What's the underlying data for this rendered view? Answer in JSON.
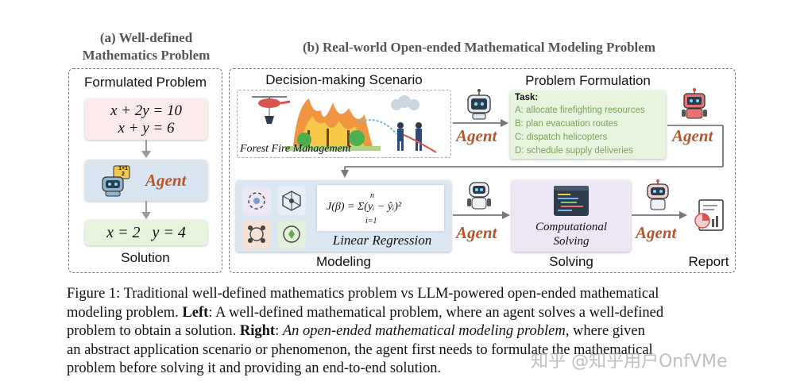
{
  "left_panel": {
    "title_line1": "(a) Well-defined",
    "title_line2": "Mathematics Problem",
    "formulated_label": "Formulated Problem",
    "eq1": "x + 2y = 10",
    "eq2": "x + y = 6",
    "agent_label": "Agent",
    "solution_eq": "x = 2   y = 4",
    "solution_label": "Solution",
    "icon_text1": "1+1",
    "icon_text2": "2"
  },
  "right_panel": {
    "title": "(b) Real-world Open-ended Mathematical Modeling Problem",
    "scenario_label": "Decision-making Scenario",
    "scenario_caption": "Forest Fire Management",
    "formulation_label": "Problem Formulation",
    "task_title": "Task:",
    "tasks": [
      "A: allocate firefighting resources",
      "B: plan evacuation routes",
      "C: dispatch helicopters",
      "D: schedule supply deliveries"
    ],
    "agent_label": "Agent",
    "equation": "J(β) = Σ(yᵢ − ŷᵢ)²",
    "eq_sub": "i=1",
    "eq_sup": "n",
    "regression_label": "Linear Regression",
    "computational_line1": "Computational",
    "computational_line2": "Solving",
    "modeling_label": "Modeling",
    "solving_label": "Solving",
    "report_label": "Report"
  },
  "caption": {
    "line1": "Figure 1: Traditional well-defined mathematics problem vs LLM-powered open-ended mathematical",
    "line2_pre": "modeling problem. ",
    "line2_bold": "Left",
    "line2_post": ": A well-defined mathematical problem, where an agent solves a well-defined",
    "line3_pre": "problem to obtain a solution. ",
    "line3_bold": "Right",
    "line3_colon": ": ",
    "line3_italic": "An open-ended mathematical modeling problem",
    "line3_post": ", where given",
    "line4": "an abstract application scenario or phenomenon, the agent first needs to formulate the mathematical",
    "line5": "problem before solving it and providing an end-to-end solution."
  },
  "watermark": "知乎 @知乎用户OnfVMe",
  "colors": {
    "agent": "#b8562b",
    "formulated_box": "#fbeaea",
    "agent_box": "#d9e6f2",
    "solution_box": "#e6f3dd",
    "task_box": "#e6f3dd",
    "solving_box": "#ece6f5",
    "modeling_box": "#dbe7f3"
  }
}
